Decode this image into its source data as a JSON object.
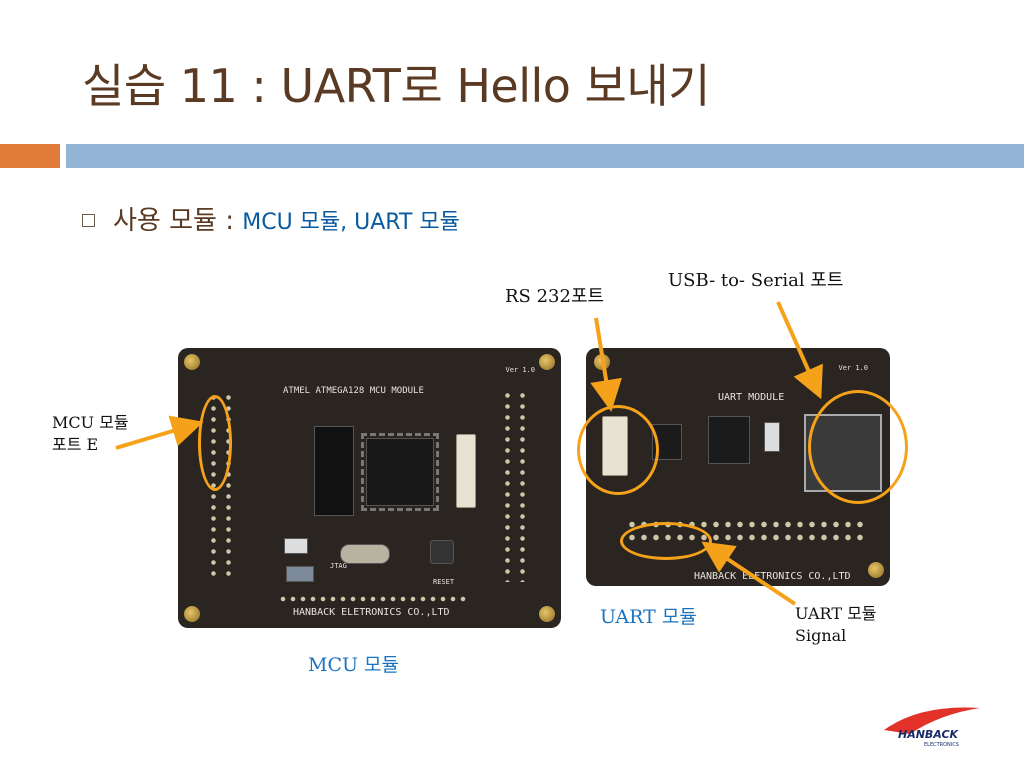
{
  "slide": {
    "title": "실습 11 : UART로 Hello 보내기",
    "bullet_label": "사용 모듈 : ",
    "bullet_value": "MCU 모듈, UART 모듈"
  },
  "annotations": {
    "rs232_port": "RS 232포트",
    "usb_serial_port": "USB- to- Serial  포트",
    "mcu_port_e_line1": "MCU 모듈",
    "mcu_port_e_line2": "포트 E",
    "uart_signal_line1": "UART 모듈",
    "uart_signal_line2": "Signal",
    "uart_module_caption": "UART 모듈",
    "mcu_module_caption": "MCU 모듈"
  },
  "boards": {
    "mcu_title": "ATMEL ATMEGA128 MCU MODULE",
    "mcu_footer": "HANBACK ELETRONICS CO.,LTD",
    "mcu_jtag": "JTAG",
    "mcu_reset": "RESET",
    "uart_title": "UART MODULE",
    "uart_footer": "HANBACK ELETRONICS CO.,LTD",
    "version": "Ver 1.0"
  },
  "logo": {
    "brand": "HANBACK",
    "sub": "ELECTRONICS"
  },
  "colors": {
    "title": "#5a3a22",
    "accent_orange": "#e07b39",
    "accent_blue": "#93b5d5",
    "highlight_ring": "#f5a21a",
    "caption_blue": "#1a73c0"
  }
}
